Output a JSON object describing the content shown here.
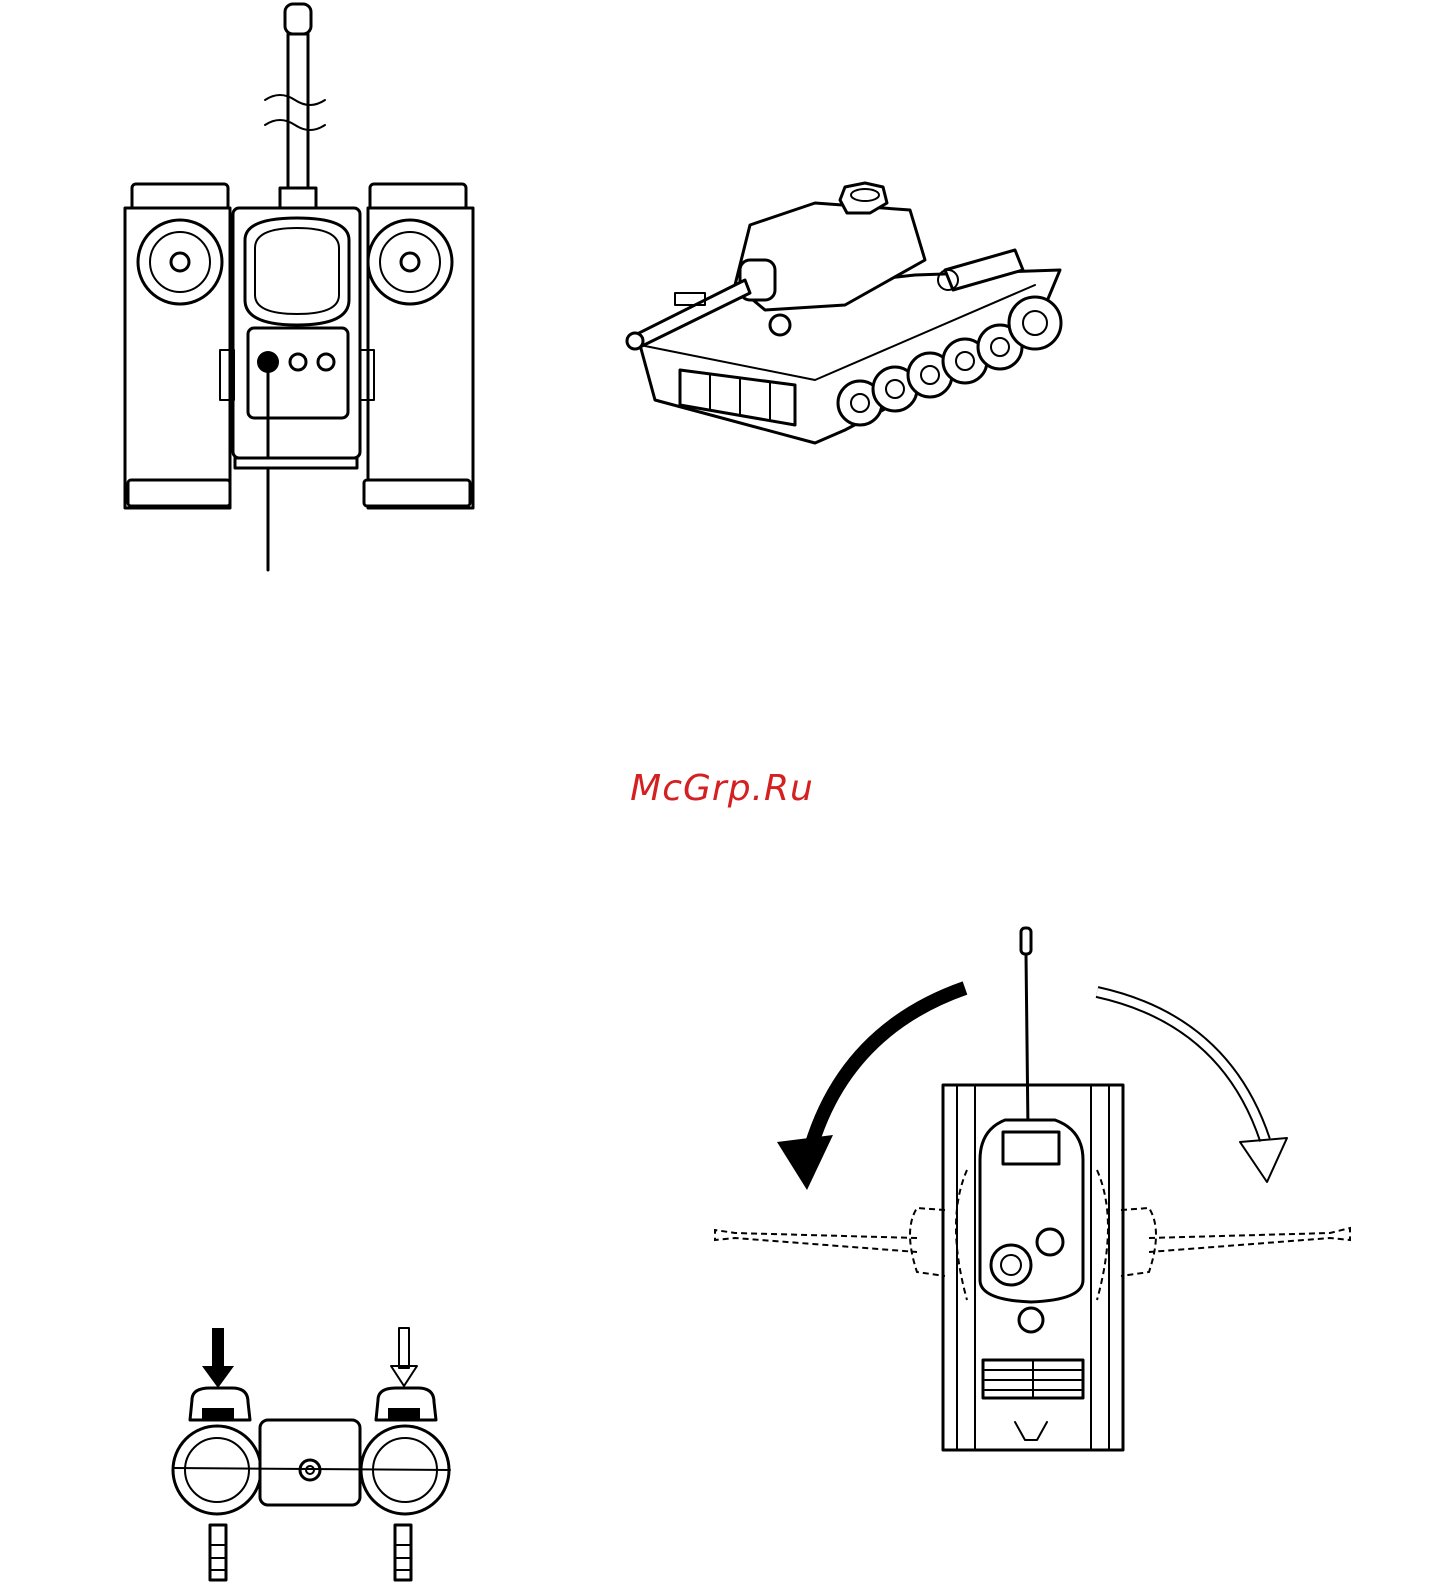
{
  "watermark": {
    "text": "McGrp.Ru",
    "color": "#d42020"
  },
  "figures": {
    "remote_front": {
      "icon": "remote-control-front-view"
    },
    "tank_iso": {
      "icon": "tank-isometric-view"
    },
    "remote_top": {
      "icon": "remote-control-top-view"
    },
    "tank_turret": {
      "icon": "tank-turret-rotation-top-view"
    }
  },
  "colors": {
    "line": "#000000",
    "background": "#ffffff"
  }
}
